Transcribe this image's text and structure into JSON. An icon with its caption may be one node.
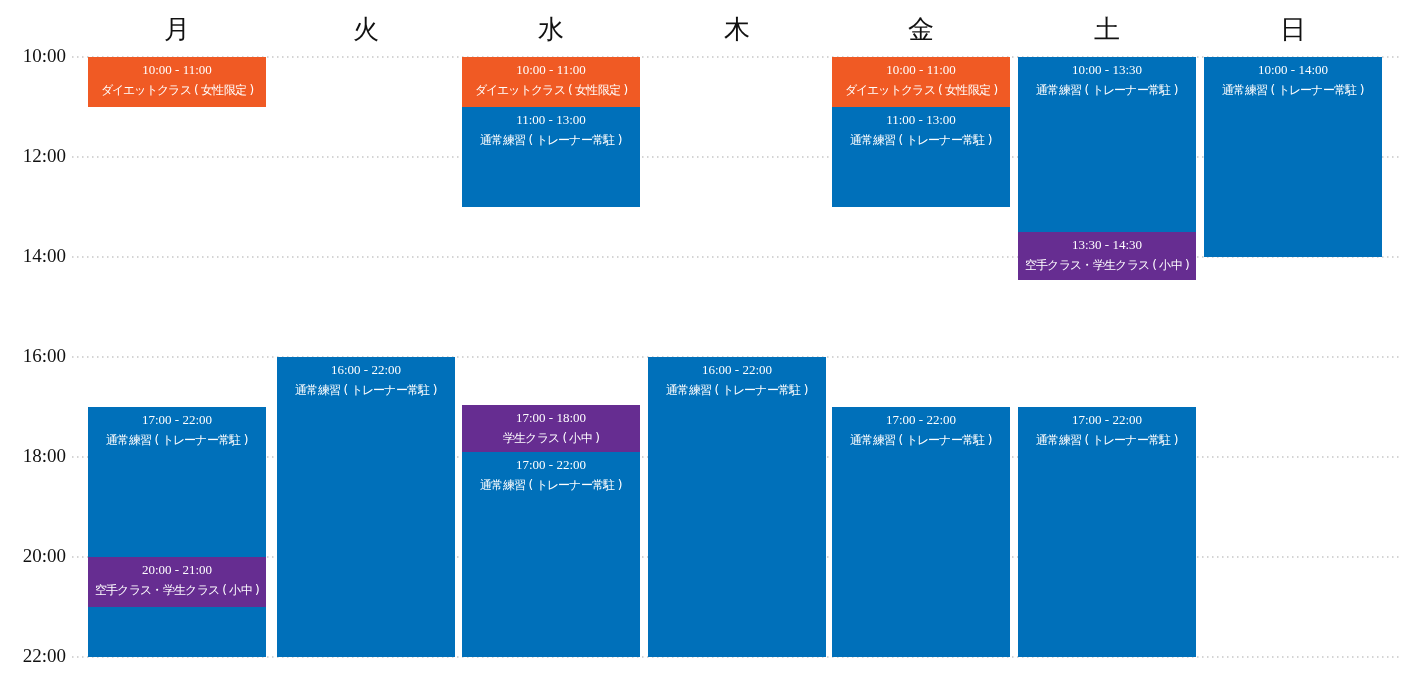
{
  "diagram": {
    "nodes": [
      {
        "text": [
          "10:00 - 11:00",
          "ダイエットクラス ( 女性限定 )"
        ]
      },
      {
        "text": [
          "17:00 - 22:00",
          "通常練習 ( トレーナー常駐 )"
        ]
      },
      {
        "text": [
          "20:00 - 21:00",
          "空手クラス・学生クラス ( 小中 )"
        ],
        "in": 1
      },
      {
        "text": [
          "16:00 - 22:00",
          "通常練習 ( トレーナー常駐 )"
        ]
      },
      {
        "text": [
          "10:00 - 11:00",
          "ダイエットクラス ( 女性限定 )"
        ]
      },
      {
        "text": [
          "11:00 - 13:00",
          "通常練習 ( トレーナー常駐 )"
        ]
      },
      {
        "text": [
          "17:00 - 18:00",
          "学生クラス ( 小中 )"
        ]
      },
      {
        "text": [
          "17:00 - 22:00",
          "通常練習 ( トレーナー常駐 )"
        ]
      },
      {
        "text": [
          "16:00 - 22:00",
          "通常練習 ( トレーナー常駐 )"
        ]
      },
      {
        "text": [
          "10:00 - 11:00",
          "ダイエットクラス ( 女性限定 )"
        ]
      },
      {
        "text": [
          "11:00 - 13:00",
          "通常練習 ( トレーナー常駐 )"
        ]
      },
      {
        "text": [
          "17:00 - 22:00",
          "通常練習 ( トレーナー常駐 )"
        ]
      },
      {
        "text": [
          "10:00 - 13:30",
          "通常練習 ( トレーナー常駐 )"
        ]
      },
      {
        "text": [
          "13:30 - 14:30",
          "空手クラス・学生クラス ( 小中 )"
        ]
      },
      {
        "text": [
          "17:00 - 22:00",
          "通常練習 ( トレーナー常駐 )"
        ]
      },
      {
        "text": [
          "10:00 - 14:00",
          "通常練習 ( トレーナー常駐 )"
        ]
      }
    ],
    "labels": [
      "月",
      "火",
      "水",
      "木",
      "金",
      "土",
      "日",
      "10:00",
      "12:00",
      "14:00",
      "16:00",
      "18:00",
      "20:00",
      "22:00"
    ]
  }
}
